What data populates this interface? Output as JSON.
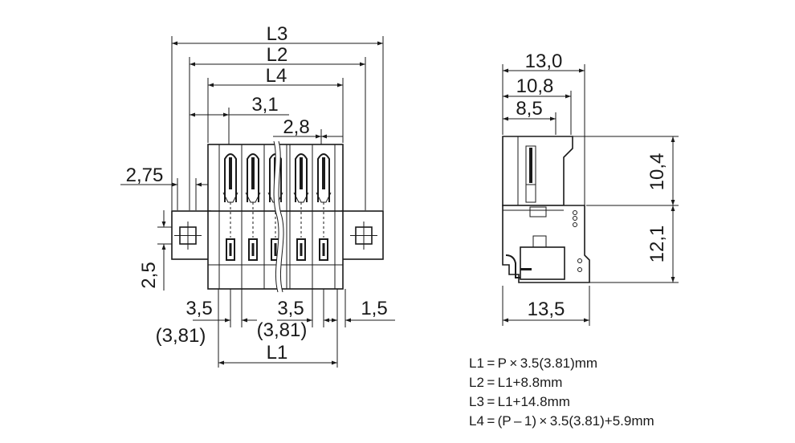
{
  "front_view": {
    "dims": {
      "L3": "L3",
      "L2": "L2",
      "L4": "L4",
      "d31": "3,1",
      "d28": "2,8",
      "d275": "2,75",
      "d25": "2,5",
      "d35a": "3,5",
      "d381a": "(3,81)",
      "d35b": "3,5",
      "d381b": "(3,81)",
      "d15": "1,5",
      "L1": "L1"
    }
  },
  "side_view": {
    "dims": {
      "d130": "13,0",
      "d108": "10,8",
      "d85": "8,5",
      "d104": "10,4",
      "d121": "12,1",
      "d135": "13,5"
    }
  },
  "formulas": [
    "L1 = P × 3.5(3.81)mm",
    "L2 = L1+8.8mm",
    "L3 = L1+14.8mm",
    "L4 = (P – 1) × 3.5(3.81)+5.9mm"
  ]
}
